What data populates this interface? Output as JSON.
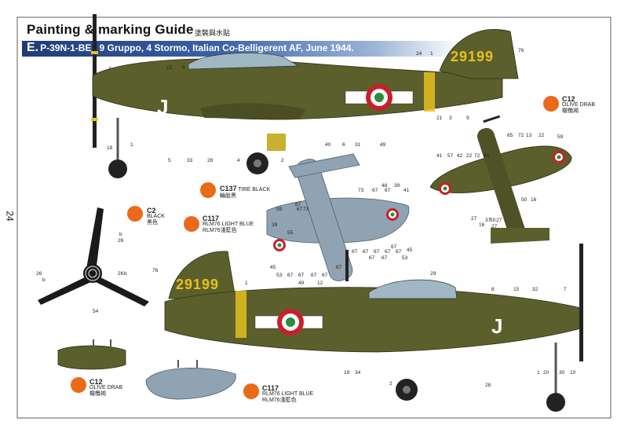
{
  "header": {
    "title": "Painting & marking Guide",
    "title_cn": "塗裝與水貼",
    "subtitle_letter": "E.",
    "subtitle": "P-39N-1-BE , 9 Gruppo, 4 Stormo, Italian Co-Belligerent AF, June 1944."
  },
  "page_number": "24",
  "aircraft": {
    "serial": "29199",
    "code_letter": "J"
  },
  "colors": {
    "olive_drab": "#5b5f2c",
    "light_blue": "#8fa3b3",
    "black": "#1a1a1a",
    "roundel_red": "#c8202a",
    "roundel_green": "#2e8b3a",
    "yellow": "#e8c020",
    "banner_blue": "#1f3a78",
    "callout_orange": "#ea6a1a"
  },
  "callouts": {
    "olive_top": {
      "code": "C12",
      "name": "OLIVE DRAB",
      "cn": "橄欖褐"
    },
    "tire": {
      "code": "C137",
      "name": "TIRE BLACK",
      "cn": "輪胎黑"
    },
    "black": {
      "code": "C2",
      "name": "BLACK",
      "cn": "黑色"
    },
    "light_blue_mid": {
      "code": "C117",
      "name": "RLM76 LIGHT BLUE",
      "cn": "RLM76淺藍色"
    },
    "olive_bomb": {
      "code": "C12",
      "name": "OLIVE DRAB",
      "cn": "橄欖褐"
    },
    "light_blue_tank": {
      "code": "C117",
      "name": "RLM76 LIGHT BLUE",
      "cn": "RLM76淺藍色"
    }
  },
  "labels": {
    "top_side": [
      "7",
      "15",
      "8",
      "24",
      "1",
      "76",
      "18",
      "1",
      "5",
      "33",
      "28",
      "4",
      "2",
      "40",
      "6",
      "31",
      "49",
      "21",
      "3",
      "9"
    ],
    "top_view": [
      "65",
      "72",
      "13",
      "22",
      "41",
      "57",
      "42",
      "22",
      "72",
      "64",
      "59",
      "50",
      "16",
      "27",
      "37",
      "27",
      "16",
      "27",
      "50"
    ],
    "under_view": [
      "73",
      "67",
      "67",
      "48",
      "39",
      "41",
      "59",
      "55",
      "67",
      "73",
      "67",
      "39",
      "45",
      "53",
      "67",
      "67",
      "67",
      "67",
      "67",
      "67",
      "67",
      "67",
      "67",
      "67",
      "67",
      "67",
      "67",
      "53",
      "45"
    ],
    "prop": [
      "b",
      "26",
      "26",
      "b",
      "26",
      "b",
      "54"
    ],
    "bottom_side": [
      "76",
      "1",
      "49",
      "12",
      "29",
      "8",
      "15",
      "32",
      "7",
      "2",
      "19",
      "34",
      "28",
      "1",
      "20",
      "30",
      "10"
    ]
  }
}
